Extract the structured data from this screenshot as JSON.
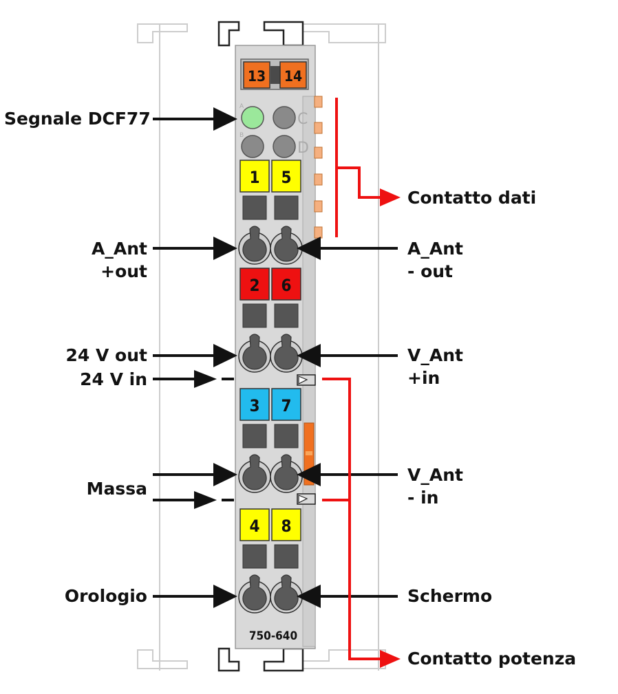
{
  "module": {
    "model": "750-640",
    "body_color": "#d9d9d9",
    "top_terminals": [
      {
        "label": "13",
        "color": "#f07020"
      },
      {
        "label": "14",
        "color": "#f07020"
      }
    ],
    "leds": [
      {
        "letter": "A",
        "color": "#9be89b"
      },
      {
        "letter": "C",
        "color": "#8a8a8a"
      },
      {
        "letter": "B",
        "color": "#8a8a8a"
      },
      {
        "letter": "D",
        "color": "#8a8a8a"
      }
    ],
    "terminals": [
      {
        "label": "1",
        "color": "#ffff00"
      },
      {
        "label": "5",
        "color": "#ffff00"
      },
      {
        "label": "2",
        "color": "#ee1111"
      },
      {
        "label": "6",
        "color": "#ee1111"
      },
      {
        "label": "3",
        "color": "#22bbee"
      },
      {
        "label": "7",
        "color": "#22bbee"
      },
      {
        "label": "4",
        "color": "#ffff00"
      },
      {
        "label": "8",
        "color": "#ffff00"
      }
    ]
  },
  "labels": {
    "segnale": "Segnale DCF77",
    "a_ant_plus_l1": "A_Ant",
    "a_ant_plus_l2": "+out",
    "v24_out": "24 V out",
    "v24_in": "24 V in",
    "massa": "Massa",
    "orologio": "Orologio",
    "contatto_dati": "Contatto dati",
    "a_ant_minus_l1": "A_Ant",
    "a_ant_minus_l2": "- out",
    "v_ant_plus_l1": "V_Ant",
    "v_ant_plus_l2": "+in",
    "v_ant_minus_l1": "V_Ant",
    "v_ant_minus_l2": "- in",
    "schermo": "Schermo",
    "contatto_potenza": "Contatto potenza"
  },
  "colors": {
    "arrow_black": "#111111",
    "arrow_red": "#ee1111",
    "rail_outline": "#cccccc",
    "accent_orange": "#f07020"
  }
}
